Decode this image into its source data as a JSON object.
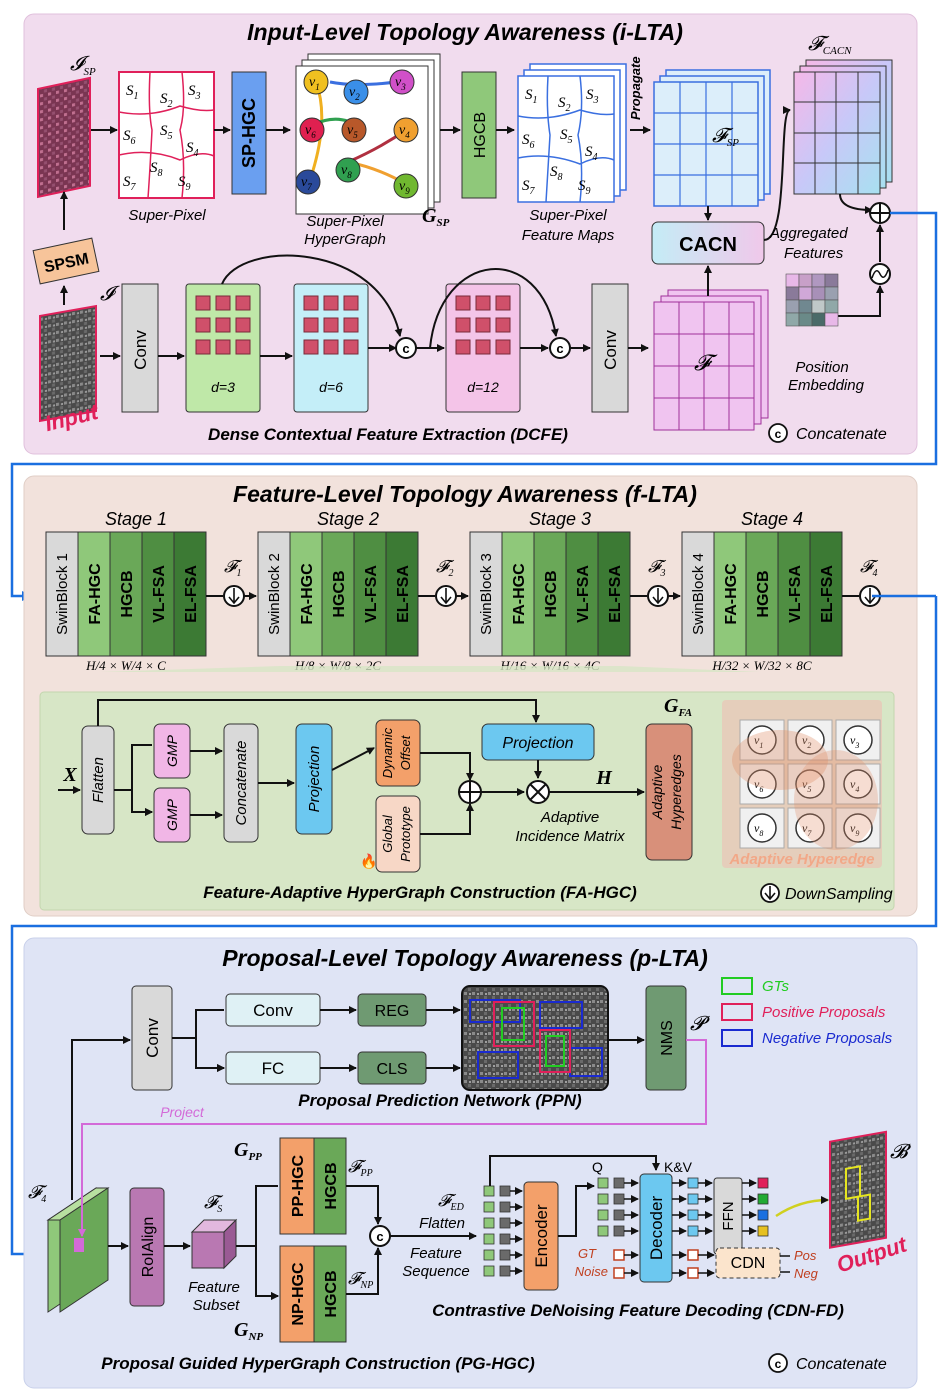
{
  "ilta": {
    "title": "Input-Level Topology Awareness (i-LTA)",
    "i_sp": "𝓘",
    "i_sp_sub": "SP",
    "i_input": "𝓘",
    "spsm": "SPSM",
    "input_label": "Input",
    "superpixels": [
      "S1",
      "S2",
      "S3",
      "S6",
      "S5",
      "S4",
      "S8",
      "S7",
      "S9"
    ],
    "superpixel_caption": "Super-Pixel",
    "sp_hgc": "SP-HGC",
    "hypergraph_caption_1": "Super-Pixel",
    "hypergraph_caption_2": "HyperGraph",
    "g_sp": "G",
    "g_sp_sub": "SP",
    "nodes": [
      "v1",
      "v2",
      "v3",
      "v6",
      "v5",
      "v4",
      "v8",
      "v7",
      "v9"
    ],
    "hgcb": "HGCB",
    "feature_maps_caption_1": "Super-Pixel",
    "feature_maps_caption_2": "Feature Maps",
    "propagate": "Propagate",
    "f_sp": "𝓕",
    "f_sp_sub": "SP",
    "f_cacn": "𝓕",
    "f_cacn_sub": "CACN",
    "cacn": "CACN",
    "aggregated_1": "Aggregated",
    "aggregated_2": "Features",
    "conv": "Conv",
    "d3": "d=3",
    "d6": "d=6",
    "d12": "d=12",
    "f": "𝓕",
    "position_1": "Position",
    "position_2": "Embedding",
    "dcfe": "Dense Contextual Feature Extraction (DCFE)",
    "concat_symbol": "c",
    "concatenate": "Concatenate"
  },
  "flta": {
    "title": "Feature-Level Topology Awareness (f-LTA)",
    "stages": [
      {
        "name": "Stage 1",
        "swin": "SwinBlock 1",
        "f": "𝓕",
        "f_sub": "1",
        "dims": "H/4 × W/4 × C"
      },
      {
        "name": "Stage 2",
        "swin": "SwinBlock 2",
        "f": "𝓕",
        "f_sub": "2",
        "dims": "H/8 × W/8 × 2C"
      },
      {
        "name": "Stage 3",
        "swin": "SwinBlock 3",
        "f": "𝓕",
        "f_sub": "3",
        "dims": "H/16 × W/16 × 4C"
      },
      {
        "name": "Stage 4",
        "swin": "SwinBlock 4",
        "f": "𝓕",
        "f_sub": "4",
        "dims": "H/32 × W/32 × 8C"
      }
    ],
    "modules": [
      "FA-HGC",
      "HGCB",
      "VL-FSA",
      "EL-FSA"
    ],
    "x": "X",
    "flatten": "Flatten",
    "gmp": "GMP",
    "concatenate_box": "Concatenate",
    "projection": "Projection",
    "dynamic_offset_1": "Dynamic",
    "dynamic_offset_2": "Offset",
    "global_prototype_1": "Global",
    "global_prototype_2": "Prototype",
    "h": "H",
    "adaptive_incidence_1": "Adaptive",
    "adaptive_incidence_2": "Incidence Matrix",
    "adaptive_hyperedges_1": "Adaptive",
    "adaptive_hyperedges_2": "Hyperedges",
    "g_fa": "G",
    "g_fa_sub": "FA",
    "adaptive_hyperedge": "Adaptive Hyperedge",
    "fahgc_caption": "Feature-Adaptive HyperGraph Construction (FA-HGC)",
    "downsampling": "DownSampling"
  },
  "plta": {
    "title": "Proposal-Level Topology Awareness (p-LTA)",
    "conv": "Conv",
    "fc": "FC",
    "reg": "REG",
    "cls": "CLS",
    "nms": "NMS",
    "p": "𝓟",
    "legend": [
      {
        "label": "GTs",
        "color": "#22cc22"
      },
      {
        "label": "Positive Proposals",
        "color": "#e0205a"
      },
      {
        "label": "Negative Proposals",
        "color": "#1a2ad0"
      }
    ],
    "ppn_caption": "Proposal Prediction Network (PPN)",
    "project": "Project",
    "f4": "𝓕",
    "f4_sub": "4",
    "roialign": "RoIAlign",
    "fs": "𝓕",
    "fs_sub": "S",
    "feature_subset_1": "Feature",
    "feature_subset_2": "Subset",
    "g_pp": "G",
    "g_pp_sub": "PP",
    "g_np": "G",
    "g_np_sub": "NP",
    "pp_hgc": "PP-HGC",
    "np_hgc": "NP-HGC",
    "hgcb": "HGCB",
    "f_pp": "𝓕",
    "f_pp_sub": "PP",
    "f_np": "𝓕",
    "f_np_sub": "NP",
    "f_ed": "𝓕",
    "f_ed_sub": "ED",
    "flatten": "Flatten",
    "feature_seq_1": "Feature",
    "feature_seq_2": "Sequence",
    "encoder": "Encoder",
    "decoder": "Decoder",
    "q": "Q",
    "kv": "K&V",
    "ffn": "FFN",
    "gt": "GT",
    "noise": "Noise",
    "cdn": "CDN",
    "pos": "Pos",
    "neg": "Neg",
    "b": "𝓑",
    "output_label": "Output",
    "cdnfd_caption": "Contrastive DeNoising Feature Decoding (CDN-FD)",
    "pghgc_caption": "Proposal Guided HyperGraph Construction (PG-HGC)",
    "concat_symbol": "c",
    "concatenate": "Concatenate"
  }
}
